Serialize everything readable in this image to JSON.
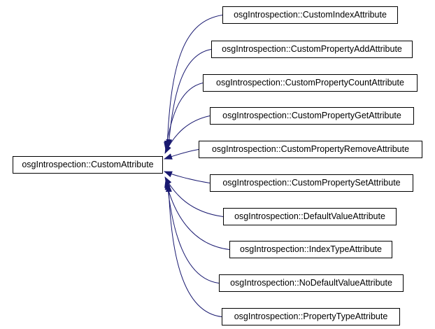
{
  "diagram": {
    "type": "class-inheritance-graph",
    "base_class": {
      "label": "osgIntrospection::CustomAttribute"
    },
    "derived_classes": [
      {
        "label": "osgIntrospection::CustomIndexAttribute"
      },
      {
        "label": "osgIntrospection::CustomPropertyAddAttribute"
      },
      {
        "label": "osgIntrospection::CustomPropertyCountAttribute"
      },
      {
        "label": "osgIntrospection::CustomPropertyGetAttribute"
      },
      {
        "label": "osgIntrospection::CustomPropertyRemoveAttribute"
      },
      {
        "label": "osgIntrospection::CustomPropertySetAttribute"
      },
      {
        "label": "osgIntrospection::DefaultValueAttribute"
      },
      {
        "label": "osgIntrospection::IndexTypeAttribute"
      },
      {
        "label": "osgIntrospection::NoDefaultValueAttribute"
      },
      {
        "label": "osgIntrospection::PropertyTypeAttribute"
      }
    ],
    "colors": {
      "edge": "#191970",
      "box_border": "#000000",
      "box_fill": "#ffffff",
      "text": "#000000",
      "background": "#ffffff"
    }
  }
}
